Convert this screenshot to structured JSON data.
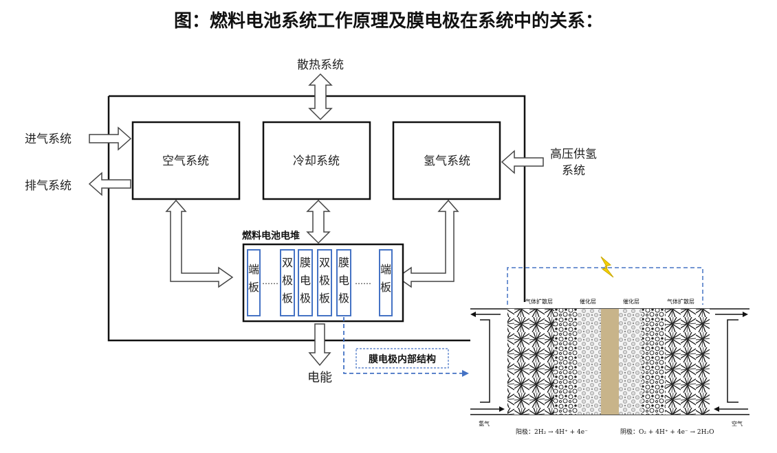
{
  "title": "图：燃料电池系统工作原理及膜电极在系统中的关系：",
  "labels": {
    "cooling_top": "散热系统",
    "intake": "进气系统",
    "exhaust": "排气系统",
    "hp_hydrogen_1": "高压供氢",
    "hp_hydrogen_2": "系统",
    "air_system": "空气系统",
    "cooling_system": "冷却系统",
    "hydrogen_system": "氢气系统",
    "stack": "燃料电池电堆",
    "power": "电能",
    "mea_structure": "膜电极内部结构",
    "dots": "……"
  },
  "stack_plates": [
    {
      "c1": "端",
      "c2": "板"
    },
    {
      "c1": "双",
      "c2": "极",
      "c3": "板"
    },
    {
      "c1": "膜",
      "c2": "电",
      "c3": "极"
    },
    {
      "c1": "双",
      "c2": "极",
      "c3": "板"
    },
    {
      "c1": "膜",
      "c2": "电",
      "c3": "极"
    },
    {
      "c1": "端",
      "c2": "板"
    }
  ],
  "mea": {
    "gdl_left": "气体扩散层",
    "cat_left": "催化层",
    "cat_right": "催化层",
    "gdl_right": "气体扩散层",
    "hydrogen": "氢气",
    "air": "空气",
    "anode_eq": "阳极：2H₂ → 4H⁺ + 4e⁻",
    "cathode_eq": "阴极：O₂ + 4H⁺ + 4e⁻ → 2H₂O"
  },
  "colors": {
    "blue": "#4472C4",
    "membrane": "#C8B48A",
    "lightning": "#F5D000"
  }
}
